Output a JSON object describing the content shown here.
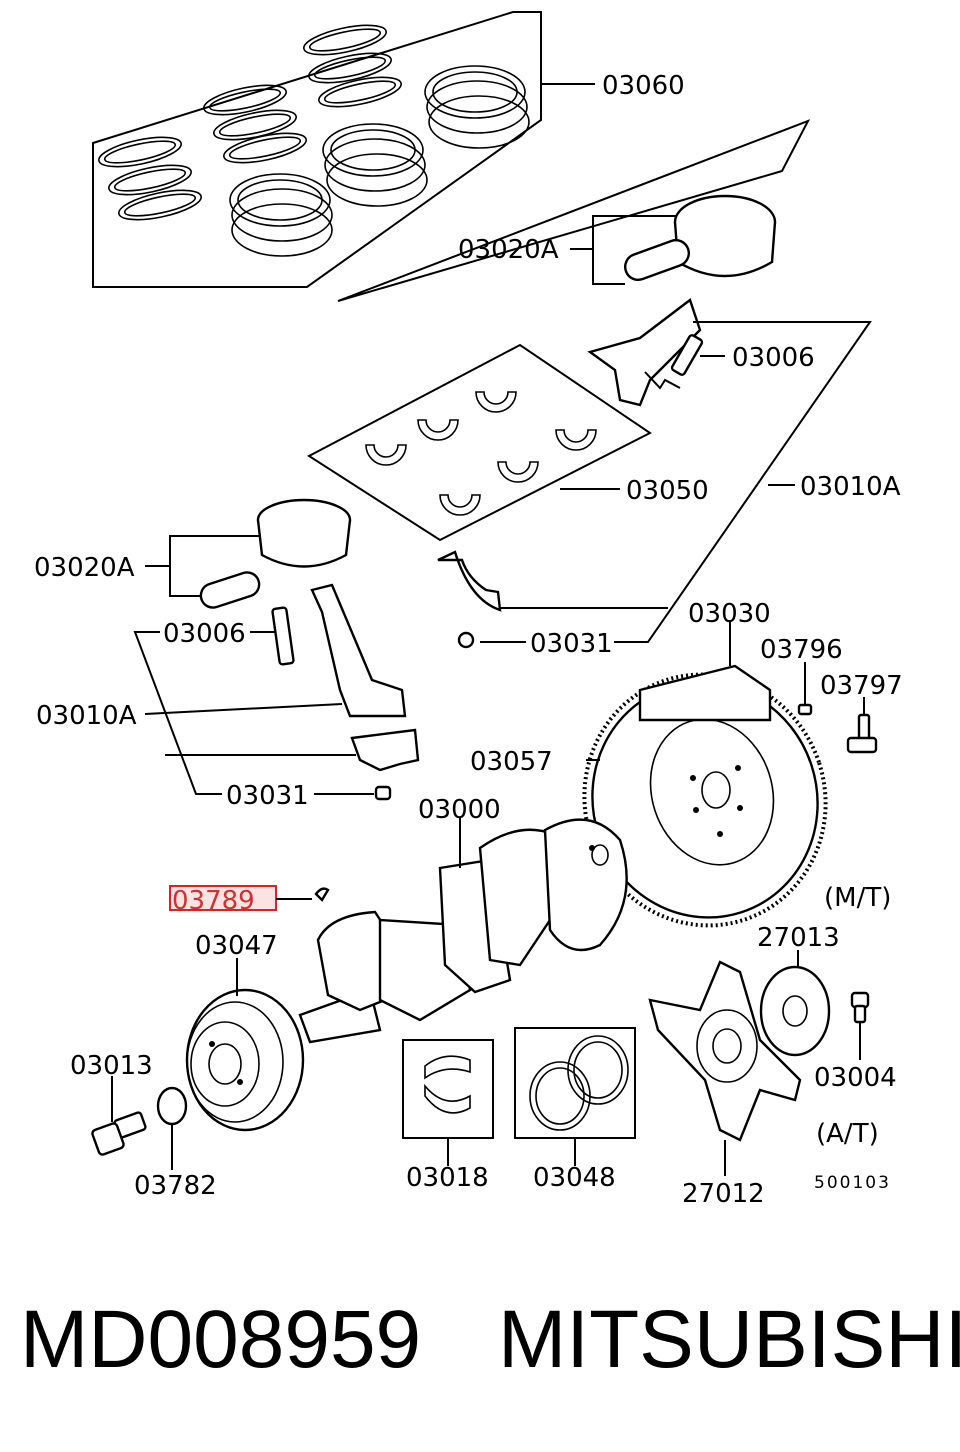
{
  "callouts": {
    "piston_ring_set": "03060",
    "piston_pin_set_top": "03020A",
    "conrod_bolt_right": "03006",
    "bearing_set": "03050",
    "conrod_assembly_right": "03010A",
    "piston_pin_set_left": "03020A",
    "conrod_bolt_left": "03006",
    "conrod_nut_right": "03031",
    "flywheel": "03030",
    "dowel_pin": "03796",
    "flywheel_bolt": "03797",
    "conrod_assembly_left": "03010A",
    "ring_gear": "03057",
    "conrod_nut_left": "03031",
    "crankshaft": "03000",
    "key_highlighted": "03789",
    "damper_pulley": "03047",
    "adapter_plate": "27013",
    "crank_pulley_bolt": "03013",
    "drive_plate_bolt": "03004",
    "washer": "03782",
    "main_bearing": "03018",
    "thrust_bearing": "03048",
    "drive_plate": "27012"
  },
  "variants": {
    "manual": "(M/T)",
    "automatic": "(A/T)"
  },
  "diagram_code": "500103",
  "footer": {
    "part_number": "MD008959",
    "brand": "MITSUBISHI"
  },
  "highlight_color": "#d22222"
}
